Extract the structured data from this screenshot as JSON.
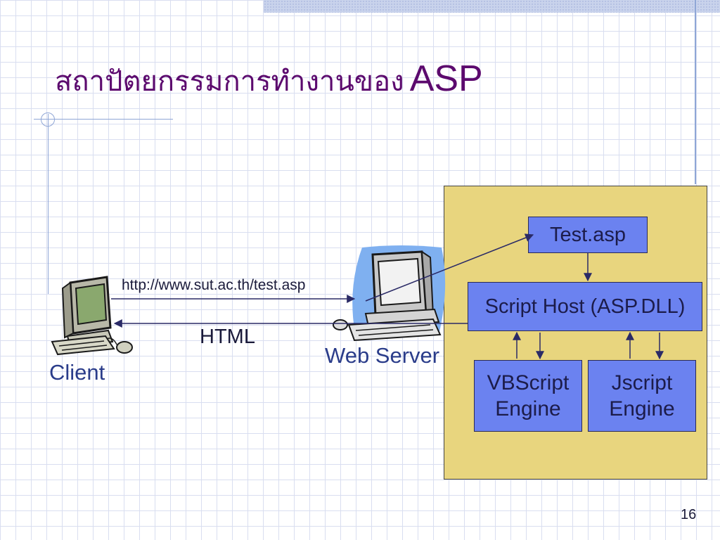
{
  "slide": {
    "title_thai": "สถาปัตยกรรมการทำงานของ",
    "title_latin": "ASP",
    "page_number": "16"
  },
  "diagram": {
    "client_label": "Client",
    "web_server_label": "Web Server",
    "request_label": "http://www.sut.ac.th/test.asp",
    "response_label": "HTML",
    "nodes": {
      "test_asp": "Test.asp",
      "script_host": "Script Host (ASP.DLL)",
      "vbscript_engine": "VBScript\nEngine",
      "jscript_engine": "Jscript\nEngine"
    }
  },
  "colors": {
    "title": "#5c0a6e",
    "box_fill": "#6b82f0",
    "panel_fill": "#e8d57e",
    "label_blue": "#2a3c8a"
  }
}
